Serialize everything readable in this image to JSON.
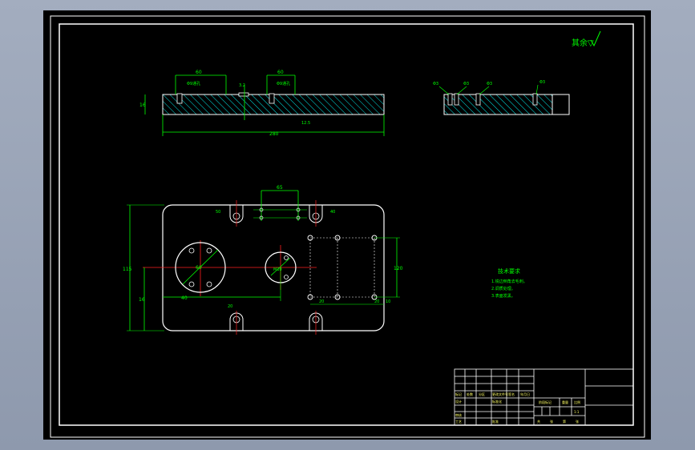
{
  "colors": {
    "background": "#000000",
    "viewport_gray": "#9aa4b6",
    "frame": "#ffffff",
    "outline": "#ffffff",
    "dimension": "#00ff00",
    "centerline": "#ff2020",
    "hatch": "#00e5e5",
    "text": "#00ff00",
    "table_text": "#ffff66"
  },
  "drawing": {
    "surface_note": "其余▽",
    "roughness_top": "3.2",
    "roughness_bottom": "12.5",
    "top_left_callouts": [
      "Φ9通孔",
      "Φ9通孔"
    ],
    "top_dims": [
      "60",
      "60",
      "280",
      "16"
    ],
    "side_callouts": [
      "Φ3",
      "Φ3",
      "Φ3",
      "Φ3"
    ],
    "plan_dims": [
      "60",
      "65",
      "115",
      "16",
      "40",
      "50",
      "40",
      "20",
      "20",
      "10",
      "M10",
      "120",
      "20"
    ],
    "tech_title": "技术要求",
    "tech_lines": [
      "1.锐边倒角去毛刺。",
      "2.调质处理。",
      "3.表面发黑。"
    ]
  },
  "title_block": {
    "labels": [
      "标记",
      "处数",
      "分区",
      "更改文件号",
      "签名",
      "年月日",
      "设计",
      "标准化",
      "阶段标记",
      "重量",
      "比例",
      "审核",
      "工艺",
      "批准",
      "共",
      "张",
      "第",
      "张"
    ],
    "scale": "1:1"
  }
}
